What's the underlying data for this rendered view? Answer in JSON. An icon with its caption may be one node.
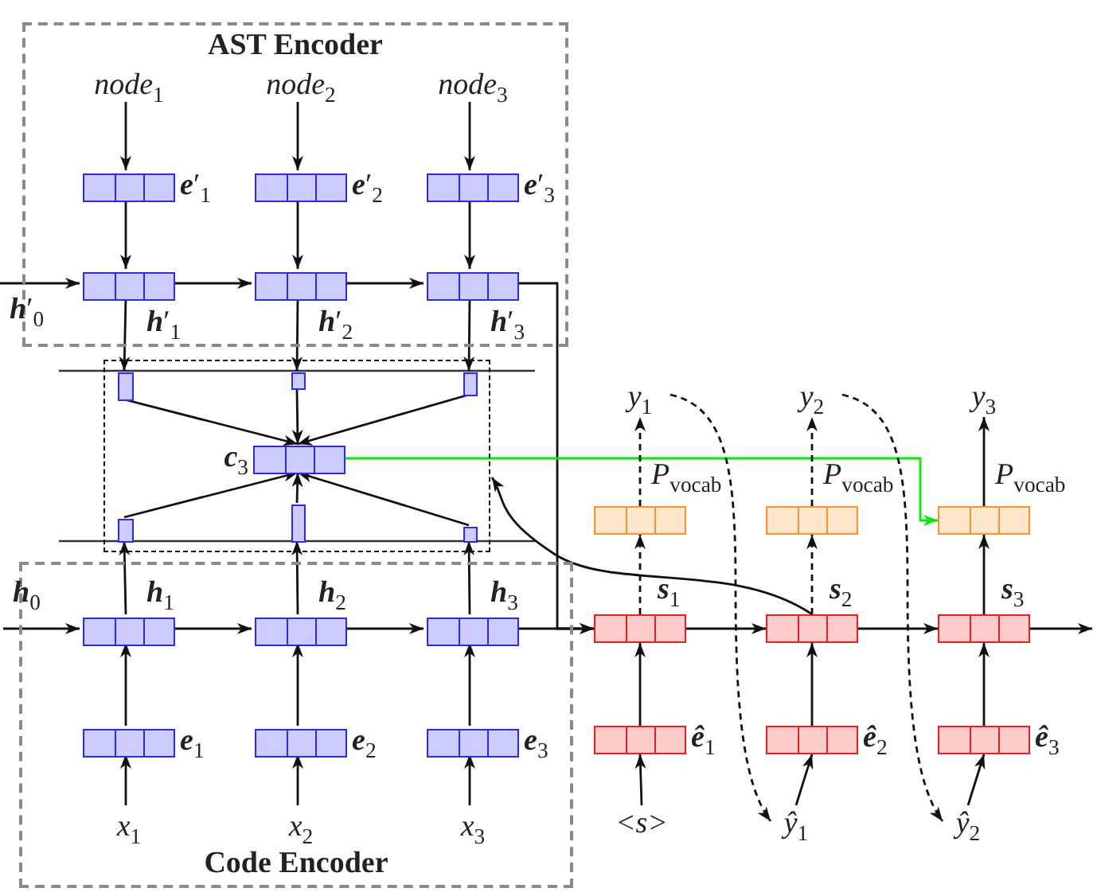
{
  "diagram": {
    "nodes": [
      {
        "text": [
          "AST Encoder"
        ]
      },
      {
        "text": [
          "*node*$_{1}$"
        ],
        "in": 0
      },
      {
        "text": [
          "*node*$_{2}$"
        ],
        "in": 0
      },
      {
        "text": [
          "*node*$_{3}$"
        ],
        "in": 0
      },
      {
        "text": [],
        "shape": "box",
        "beside": [
          "**e**′$_{1}$"
        ],
        "in": 0
      },
      {
        "text": [],
        "shape": "box",
        "beside": [
          "**e**′$_{2}$"
        ],
        "in": 0
      },
      {
        "text": [],
        "shape": "box",
        "beside": [
          "**e**′$_{3}$"
        ],
        "in": 0
      },
      {
        "text": [],
        "shape": "box",
        "beside": [
          "**h**′$_{1}$"
        ],
        "in": 0
      },
      {
        "text": [],
        "shape": "box",
        "beside": [
          "**h**′$_{2}$"
        ],
        "in": 0
      },
      {
        "text": [],
        "shape": "box",
        "beside": [
          "**h**′$_{3}$"
        ],
        "in": 0
      },
      {
        "text": [],
        "shape": "box"
      },
      {
        "text": [],
        "shape": "bar",
        "in": 10
      },
      {
        "text": [],
        "shape": "bar",
        "in": 10
      },
      {
        "text": [],
        "shape": "bar",
        "in": 10
      },
      {
        "text": [],
        "shape": "box",
        "beside": [
          "**c**$_{3}$"
        ],
        "in": 10
      },
      {
        "text": [],
        "shape": "bar",
        "in": 10
      },
      {
        "text": [],
        "shape": "bar",
        "in": 10
      },
      {
        "text": [],
        "shape": "bar",
        "in": 10
      },
      {
        "text": [
          "Code Encoder"
        ]
      },
      {
        "text": [],
        "shape": "box",
        "beside": [
          "**h**$_{1}$"
        ],
        "in": 18
      },
      {
        "text": [],
        "shape": "box",
        "beside": [
          "**h**$_{2}$"
        ],
        "in": 18
      },
      {
        "text": [],
        "shape": "box",
        "beside": [
          "**h**$_{3}$"
        ],
        "in": 18
      },
      {
        "text": [],
        "shape": "box",
        "beside": [
          "**e**$_{1}$"
        ],
        "in": 18
      },
      {
        "text": [],
        "shape": "box",
        "beside": [
          "**e**$_{2}$"
        ],
        "in": 18
      },
      {
        "text": [],
        "shape": "box",
        "beside": [
          "**e**$_{3}$"
        ],
        "in": 18
      },
      {
        "text": [
          "*x*$_{1}$"
        ],
        "in": 18
      },
      {
        "text": [
          "*x*$_{2}$"
        ],
        "in": 18
      },
      {
        "text": [
          "*x*$_{3}$"
        ],
        "in": 18
      },
      {
        "text": [
          "*y*$_{1}$"
        ]
      },
      {
        "text": [
          "*y*$_{2}$"
        ]
      },
      {
        "text": [
          "*y*$_{3}$"
        ]
      },
      {
        "text": [],
        "shape": "box",
        "beside": [
          "*P*$_{vocab}$"
        ]
      },
      {
        "text": [],
        "shape": "box",
        "beside": [
          "*P*$_{vocab}$"
        ]
      },
      {
        "text": [],
        "shape": "box",
        "beside": [
          "*P*$_{vocab}$"
        ]
      },
      {
        "text": [],
        "shape": "box",
        "beside": [
          "**s**$_{1}$"
        ]
      },
      {
        "text": [],
        "shape": "box",
        "beside": [
          "**s**$_{2}$"
        ]
      },
      {
        "text": [],
        "shape": "box",
        "beside": [
          "**s**$_{3}$"
        ]
      },
      {
        "text": [],
        "shape": "box",
        "beside": [
          "**ê**$_{1}$"
        ]
      },
      {
        "text": [],
        "shape": "box",
        "beside": [
          "**ê**$_{2}$"
        ]
      },
      {
        "text": [],
        "shape": "box",
        "beside": [
          "**ê**$_{3}$"
        ]
      },
      {
        "text": [
          "<s>"
        ]
      },
      {
        "text": [
          "*ŷ*$_{1}$"
        ]
      },
      {
        "text": [
          "*ŷ*$_{2}$"
        ]
      }
    ],
    "edges": [
      {
        "from": 1,
        "to": 4,
        "arrow": "to"
      },
      {
        "from": 2,
        "to": 5,
        "arrow": "to"
      },
      {
        "from": 3,
        "to": 6,
        "arrow": "to"
      },
      {
        "from": 4,
        "to": 7,
        "arrow": "to"
      },
      {
        "from": 5,
        "to": 8,
        "arrow": "to"
      },
      {
        "from": 6,
        "to": 9,
        "arrow": "to"
      },
      {
        "from": null,
        "to": 7,
        "arrow": "to",
        "label": "**h**′$_{0}$"
      },
      {
        "from": 7,
        "to": 8,
        "arrow": "to"
      },
      {
        "from": 8,
        "to": 9,
        "arrow": "to"
      },
      {
        "from": 7,
        "to": 11,
        "arrow": "to"
      },
      {
        "from": 8,
        "to": 12,
        "arrow": "to"
      },
      {
        "from": 9,
        "to": 13,
        "arrow": "to"
      },
      {
        "from": 11,
        "to": 14,
        "arrow": "to"
      },
      {
        "from": 12,
        "to": 14,
        "arrow": "to"
      },
      {
        "from": 13,
        "to": 14,
        "arrow": "to"
      },
      {
        "from": 15,
        "to": 14,
        "arrow": "to"
      },
      {
        "from": 16,
        "to": 14,
        "arrow": "to"
      },
      {
        "from": 17,
        "to": 14,
        "arrow": "to"
      },
      {
        "from": 19,
        "to": 15,
        "arrow": "to"
      },
      {
        "from": 20,
        "to": 16,
        "arrow": "to"
      },
      {
        "from": 21,
        "to": 17,
        "arrow": "to"
      },
      {
        "from": null,
        "to": 19,
        "arrow": "to",
        "label": "**h**$_{0}$"
      },
      {
        "from": 19,
        "to": 20,
        "arrow": "to"
      },
      {
        "from": 20,
        "to": 21,
        "arrow": "to"
      },
      {
        "from": 22,
        "to": 19,
        "arrow": "to"
      },
      {
        "from": 23,
        "to": 20,
        "arrow": "to"
      },
      {
        "from": 24,
        "to": 21,
        "arrow": "to"
      },
      {
        "from": 25,
        "to": 22,
        "arrow": "to"
      },
      {
        "from": 26,
        "to": 23,
        "arrow": "to"
      },
      {
        "from": 27,
        "to": 24,
        "arrow": "to"
      },
      {
        "from": 9,
        "to": 34,
        "arrow": "to"
      },
      {
        "from": 21,
        "to": 34,
        "arrow": "to"
      },
      {
        "from": 14,
        "to": 33,
        "arrow": "to",
        "color": "#00ee00"
      },
      {
        "from": 35,
        "to": 10,
        "arrow": "to"
      },
      {
        "from": 34,
        "to": 35,
        "arrow": "to"
      },
      {
        "from": 35,
        "to": 36,
        "arrow": "to"
      },
      {
        "from": 36,
        "to": null,
        "arrow": "to"
      },
      {
        "from": 37,
        "to": 34,
        "arrow": "to"
      },
      {
        "from": 38,
        "to": 35,
        "arrow": "to"
      },
      {
        "from": 39,
        "to": 36,
        "arrow": "to"
      },
      {
        "from": 40,
        "to": 37,
        "arrow": "to"
      },
      {
        "from": 41,
        "to": 38,
        "arrow": "to"
      },
      {
        "from": 42,
        "to": 39,
        "arrow": "to"
      },
      {
        "from": 34,
        "to": 31,
        "arrow": "to",
        "style": "dashed"
      },
      {
        "from": 31,
        "to": 28,
        "arrow": "to",
        "style": "dashed"
      },
      {
        "from": 35,
        "to": 32,
        "arrow": "to",
        "style": "dashed"
      },
      {
        "from": 32,
        "to": 29,
        "arrow": "to",
        "style": "dashed"
      },
      {
        "from": 36,
        "to": 33,
        "arrow": "to"
      },
      {
        "from": 33,
        "to": 30,
        "arrow": "to"
      },
      {
        "from": 28,
        "to": 41,
        "arrow": "to",
        "style": "dashed"
      },
      {
        "from": 29,
        "to": 42,
        "arrow": "to",
        "style": "dashed"
      }
    ]
  }
}
